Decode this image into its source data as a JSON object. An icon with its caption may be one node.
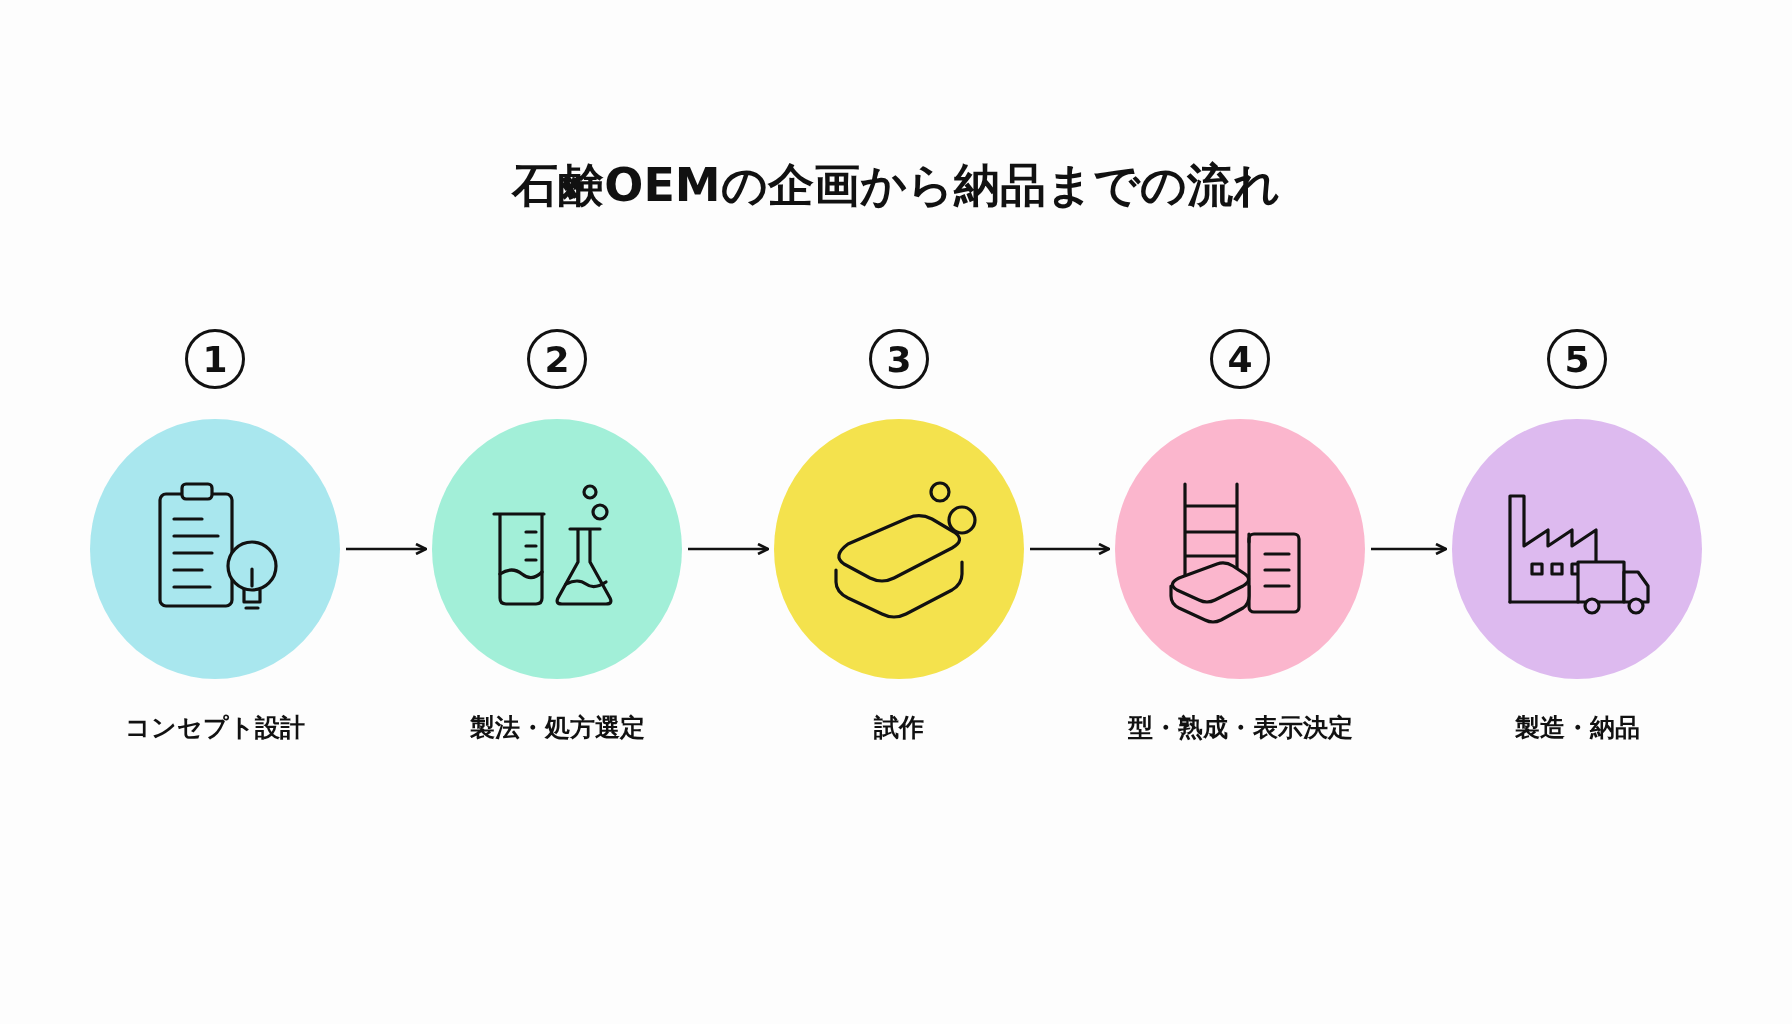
{
  "diagram": {
    "title": "石鹸OEMの企画から納品までの流れ",
    "nodes": [
      {
        "text": [
          "1"
        ]
      },
      {
        "text": [
          "コンセプト設計"
        ]
      },
      {
        "text": [
          "2"
        ]
      },
      {
        "text": [
          "製法・処方選定"
        ]
      },
      {
        "text": [
          "3"
        ]
      },
      {
        "text": [
          "試作"
        ]
      },
      {
        "text": [
          "4"
        ]
      },
      {
        "text": [
          "型・熟成・表示決定"
        ]
      },
      {
        "text": [
          "5"
        ]
      },
      {
        "text": [
          "製造・納品"
        ]
      }
    ],
    "edges": [
      {
        "from": 1,
        "to": 3,
        "arrow": "to"
      },
      {
        "from": 3,
        "to": 5,
        "arrow": "to"
      },
      {
        "from": 5,
        "to": 7,
        "arrow": "to"
      },
      {
        "from": 7,
        "to": 9,
        "arrow": "to"
      }
    ]
  }
}
